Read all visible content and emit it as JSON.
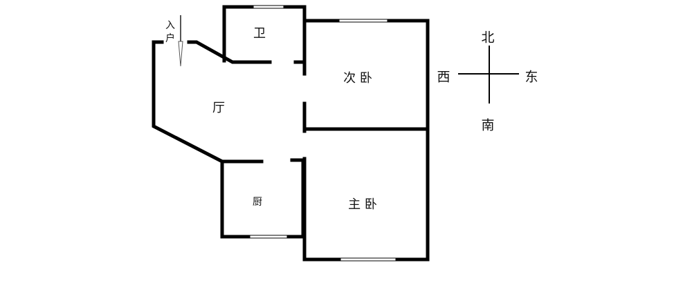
{
  "rooms": {
    "bathroom": "卫",
    "second_bedroom": "次 卧",
    "living_room": "厅",
    "kitchen": "厨",
    "master_bedroom": "主 卧"
  },
  "entrance": {
    "line1": "入",
    "line2": "户"
  },
  "compass": {
    "north": "北",
    "south": "南",
    "east": "东",
    "west": "西"
  }
}
